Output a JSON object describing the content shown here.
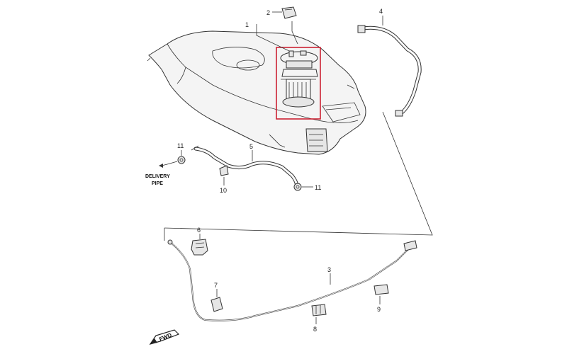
{
  "diagram": {
    "callouts": {
      "c1": "1",
      "c2": "2",
      "c3": "3",
      "c4": "4",
      "c5": "5",
      "c6": "6",
      "c7": "7",
      "c8": "8",
      "c9": "9",
      "c10": "10",
      "c11a": "11",
      "c11b": "11"
    },
    "notes": {
      "delivery_line1": "DELIVERY",
      "delivery_line2": "PIPE",
      "fwd": "FWD"
    },
    "highlight_color": "#cc2233"
  }
}
